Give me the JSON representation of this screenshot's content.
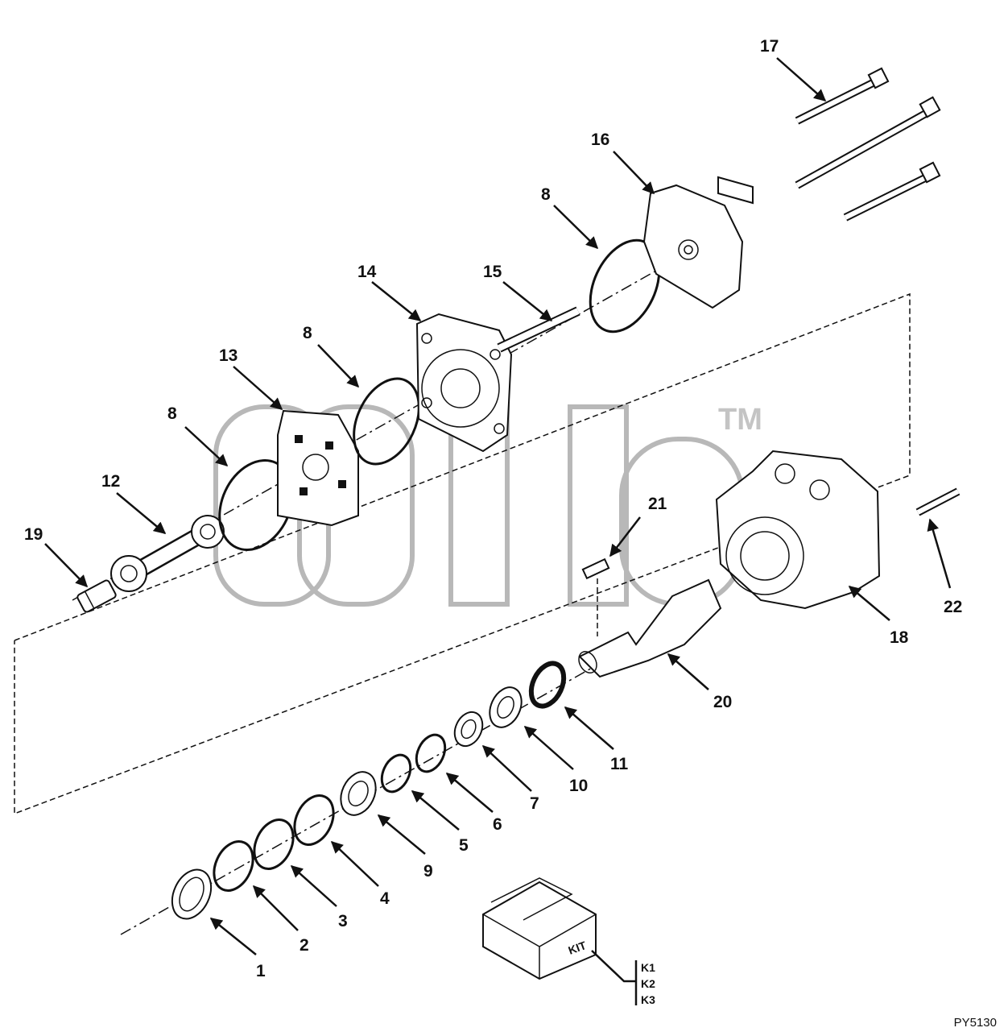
{
  "diagram": {
    "callouts": [
      "1",
      "2",
      "3",
      "4",
      "5",
      "6",
      "7",
      "8",
      "8",
      "8",
      "9",
      "10",
      "11",
      "12",
      "13",
      "14",
      "15",
      "16",
      "17",
      "18",
      "19",
      "20",
      "21",
      "22"
    ],
    "kit": {
      "box_label": "KIT",
      "kits": [
        "K1",
        "K2",
        "K3"
      ]
    },
    "reference_code": "PY5130",
    "watermark_mark": "TM"
  }
}
